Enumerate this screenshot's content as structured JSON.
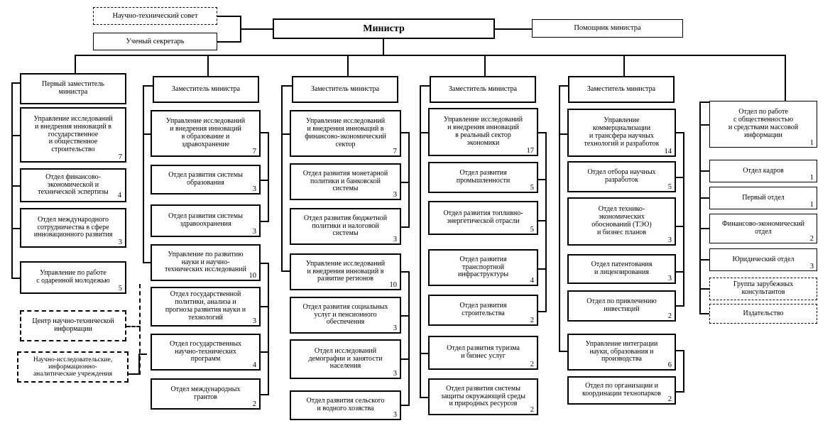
{
  "meta": {
    "title": "Структура Министерства",
    "language": "ru"
  },
  "top": {
    "council": "Научно-технический совет",
    "secretary": "Ученый секретарь",
    "minister": "Министр",
    "assistant": "Помощник министра"
  },
  "columns": [
    {
      "head": "Первый заместитель\nминистра",
      "items": [
        {
          "label": "Управление исследований\nи внедрения инноваций в\nгосударственное\nи общественное\nстроительство",
          "count": "7",
          "style": "unit"
        },
        {
          "label": "Отдел финансово-\nэкономической и\nтехнической эспертизы",
          "count": "4",
          "style": "dept-inline"
        },
        {
          "label": "Отдел международного\nсотрудничества в сфере\nинновационного развития",
          "count": "3",
          "style": "dept"
        },
        {
          "label": "Управление по работе\nс одаренной молодежью",
          "count": "5",
          "style": "dept-inline"
        },
        {
          "label": "Центр научно-технической\nинформации",
          "count": "",
          "style": "dashed"
        },
        {
          "label": "Научно-исследовательские,\nинформационно-\nаналитические учреждения",
          "count": "",
          "style": "dashed"
        }
      ]
    },
    {
      "head": "Заместитель министра",
      "items": [
        {
          "label": "Управление исследований\nи внедрения  инноваций\nв образование и\nздравохранение",
          "count": "7",
          "style": "unit"
        },
        {
          "label": "Отдел развития системы\nобразования",
          "count": "3",
          "style": "dept"
        },
        {
          "label": "Отдел развития системы\nздравоохранения",
          "count": "3",
          "style": "dept"
        },
        {
          "label": "Управление по развитию\nнауки и научно-\nтехнических исследований",
          "count": "10",
          "style": "unit"
        },
        {
          "label": "Отдел государственной\nполитики, анализа и\nпрогноза развития науки и\nтехнологий",
          "count": "3",
          "style": "dept"
        },
        {
          "label": "Отдел государственных\nнаучно-технических\nпрограмм",
          "count": "4",
          "style": "dept"
        },
        {
          "label": "Отдел международных\nгрантов",
          "count": "2",
          "style": "dept"
        }
      ]
    },
    {
      "head": "Заместитель министра",
      "items": [
        {
          "label": "Управление исследований\nи внедрения инноваций в\nфинансово-экономический\nсектор",
          "count": "7",
          "style": "unit"
        },
        {
          "label": "Отдел развития монетарной\nполитики и банковской\nсистемы",
          "count": "3",
          "style": "dept"
        },
        {
          "label": "Отдел развития бюджетной\nполитики и налоговой\nсистемы",
          "count": "3",
          "style": "dept"
        },
        {
          "label": "Управление исследований\nи внедрения инноваций  в\nразвитие регионов",
          "count": "10",
          "style": "unit"
        },
        {
          "label": "Отдел развития социальных\nуслуг и пенсионного\nобеспечения",
          "count": "3",
          "style": "dept"
        },
        {
          "label": "Отдел исследований\nдемографии и занятости\nнаселения",
          "count": "3",
          "style": "dept"
        },
        {
          "label": "Отдел развития сельского\nи водного хозяства",
          "count": "3",
          "style": "dept"
        }
      ]
    },
    {
      "head": "Заместитель министра",
      "items": [
        {
          "label": "Управление исследований\nи внедрения инноваций\nв реальный сектор\nэкономики",
          "count": "17",
          "style": "unit"
        },
        {
          "label": "Отдел развития\nпромышленности",
          "count": "5",
          "style": "dept"
        },
        {
          "label": "Отдел развития топливно-\nэнергетической отрасли",
          "count": "5",
          "style": "dept"
        },
        {
          "label": "Отдел развития\nтранспортной\nинфраструктуры",
          "count": "4",
          "style": "dept"
        },
        {
          "label": "Отдел развития\nстроительства",
          "count": "2",
          "style": "dept"
        },
        {
          "label": "Отдел развития туризма\nи бизнес услуг",
          "count": "2",
          "style": "dept"
        },
        {
          "label": "Отдел развития системы\nзащиты окружающей среды\nи природных ресурсов",
          "count": "2",
          "style": "dept"
        }
      ]
    },
    {
      "head": "Заместитель министра",
      "items": [
        {
          "label": "Управление\nкоммерциализации\nи трансфера научных\nтехнологий и разработок",
          "count": "14",
          "style": "unit"
        },
        {
          "label": "Отдел отбора научных\nразработок",
          "count": "5",
          "style": "dept"
        },
        {
          "label": "Отдел технико-\nэкономических\nобоснований (ТЭО)\nи бизнес планов",
          "count": "3",
          "style": "dept"
        },
        {
          "label": "Отдел патентования\nи лицензирования",
          "count": "3",
          "style": "dept"
        },
        {
          "label": "Отдел по привлечению\nинвестиций",
          "count": "2",
          "style": "dept"
        },
        {
          "label": "Управление интеграции\nнауки, образования и\nпроизводства",
          "count": "6",
          "style": "unit"
        },
        {
          "label": "Отдел по организации и\nкоординации технопарков",
          "count": "2",
          "style": "dept"
        }
      ]
    }
  ],
  "right_column": {
    "items": [
      {
        "label": "Отдел по работе\nс общественностью\nи средствами массовой\nинформации",
        "count": "1",
        "style": "dept"
      },
      {
        "label": "Отдел кадров",
        "count": "1",
        "style": "dept"
      },
      {
        "label": "Первый отдел",
        "count": "1",
        "style": "dept"
      },
      {
        "label": "Финансово-экономический\nотдел",
        "count": "2",
        "style": "dept"
      },
      {
        "label": "Юридический отдел",
        "count": "3",
        "style": "dept"
      },
      {
        "label": "Группа зарубежных\nконсультантов",
        "count": "",
        "style": "dashed"
      },
      {
        "label": "Издательство",
        "count": "",
        "style": "dashed"
      }
    ]
  }
}
